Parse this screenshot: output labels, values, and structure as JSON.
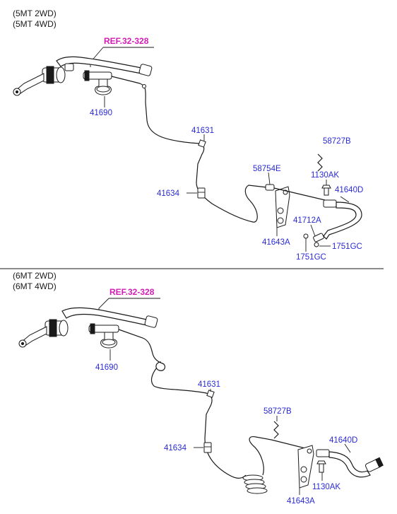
{
  "colors": {
    "label": "#2a2ad6",
    "reference": "#d21cb4",
    "line": "#1a1a1a"
  },
  "upper": {
    "variants": [
      "(5MT 2WD)",
      "(5MT 4WD)"
    ],
    "reference": "REF.32-328",
    "parts": {
      "p41690": "41690",
      "p41631": "41631",
      "p41634": "41634",
      "p58754E": "58754E",
      "p58727B": "58727B",
      "p1130AK": "1130AK",
      "p41640D": "41640D",
      "p41712A": "41712A",
      "p41643A": "41643A",
      "p1751GC_a": "1751GC",
      "p1751GC_b": "1751GC"
    }
  },
  "lower": {
    "variants": [
      "(6MT 2WD)",
      "(6MT 4WD)"
    ],
    "reference": "REF.32-328",
    "parts": {
      "p41690": "41690",
      "p41631": "41631",
      "p41634": "41634",
      "p58727B": "58727B",
      "p41640D": "41640D",
      "p41643A": "41643A",
      "p1130AK": "1130AK"
    }
  }
}
